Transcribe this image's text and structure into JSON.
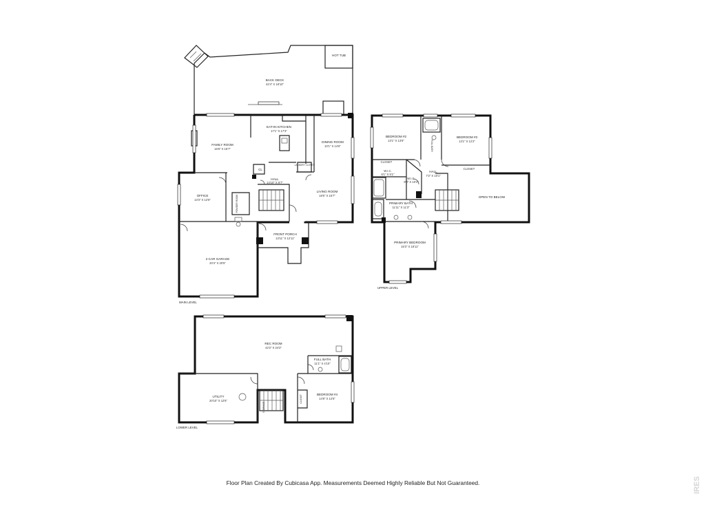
{
  "rooms": {
    "back_deck": {
      "label": "BACK DECK",
      "dims": "42'4\" X 18'10\""
    },
    "hot_tub": {
      "label": "HOT TUB"
    },
    "eat_in_kitchen": {
      "label": "EAT-IN KITCHEN",
      "dims": "17'1\" X 17'3\""
    },
    "family_room": {
      "label": "FAMILY ROOM",
      "dims": "16'8\" X 15'7\""
    },
    "dining_room": {
      "label": "DINING ROOM",
      "dims": "10'1\" X 14'6\""
    },
    "cl": {
      "label": "CL"
    },
    "laundry_closet": {
      "label": "LAUNDRY CLOSET"
    },
    "main_hall": {
      "label": "HALL",
      "dims": "14'10\" X 9'7\""
    },
    "office": {
      "label": "OFFICE",
      "dims": "13'3\" X 12'6\""
    },
    "powder_room": {
      "label": "POWDER ROOM"
    },
    "living_room": {
      "label": "LIVING ROOM",
      "dims": "18'5\" X 15'7\""
    },
    "front_porch": {
      "label": "FRONT PORCH",
      "dims": "13'11\" X 12'11\""
    },
    "garage": {
      "label": "2-CAR GARAGE",
      "dims": "20'4\" X 20'5\""
    },
    "bedroom2": {
      "label": "BEDROOM #2",
      "dims": "13'1\" X 13'6\""
    },
    "bedroom3": {
      "label": "BEDROOM #3",
      "dims": "13'1\" X 12'2\""
    },
    "full_bath_upper": {
      "label": "FULL BATH"
    },
    "closet_b2": {
      "label": "CLOSET"
    },
    "closet_b3": {
      "label": "CLOSET"
    },
    "wic_small": {
      "label": "W.I.C.",
      "dims": "6'1\" X 5'1\""
    },
    "wic_primary": {
      "label": "W.I.C.",
      "dims": "8'3\" X 10'4\""
    },
    "upper_hall": {
      "label": "HALL",
      "dims": "7'2\" X 10'1\""
    },
    "open_to_below": {
      "label": "OPEN TO BELOW"
    },
    "primary_bath": {
      "label": "PRIMARY BATH",
      "dims": "11'11\" X 11'3\""
    },
    "primary_bedroom": {
      "label": "PRIMARY BEDROOM",
      "dims": "15'3\" X 18'11\""
    },
    "rec_room": {
      "label": "REC ROOM",
      "dims": "42'2\" X 24'3\""
    },
    "full_bath_lower": {
      "label": "FULL BATH",
      "dims": "11'1\" X 4'10\""
    },
    "utility": {
      "label": "UTILITY",
      "dims": "20'10\" X 12'6\""
    },
    "storage": {
      "label": "STORAGE"
    },
    "closet_lower": {
      "label": "CLOSET"
    },
    "bedroom4": {
      "label": "BEDROOM #4",
      "dims": "14'8\" X 12'5\""
    }
  },
  "levels": {
    "main": "MAIN LEVEL",
    "upper": "UPPER LEVEL",
    "lower": "LOWER LEVEL"
  },
  "credit": "Floor Plan Created By Cubicasa App. Measurements Deemed Highly Reliable But Not Guaranteed.",
  "watermark": {
    "icon": "ires-watermark-icon",
    "text": "IRES"
  }
}
